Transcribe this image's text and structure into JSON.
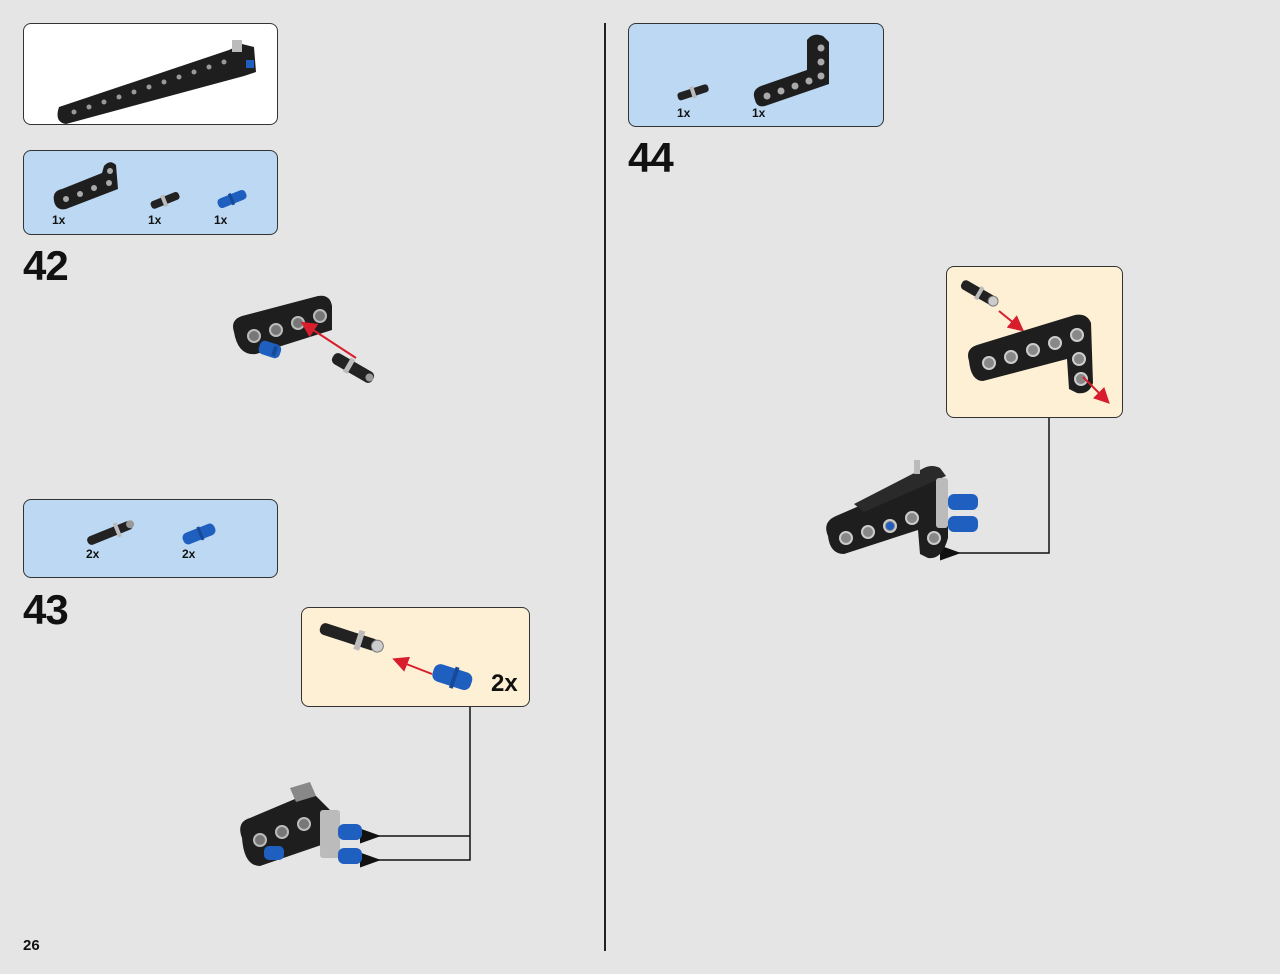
{
  "page": {
    "number": "26"
  },
  "left_column": {
    "result_preview": {
      "icon": "long-beam-assembly-icon"
    },
    "step_42": {
      "number": "42",
      "parts": [
        {
          "qty": "1x",
          "icon": "l-beam-3x2-icon"
        },
        {
          "qty": "1x",
          "icon": "black-axle-pin-icon"
        },
        {
          "qty": "1x",
          "icon": "blue-pin-icon"
        }
      ]
    },
    "step_43": {
      "number": "43",
      "parts": [
        {
          "qty": "2x",
          "icon": "black-axle-pin-icon"
        },
        {
          "qty": "2x",
          "icon": "blue-pin-icon"
        }
      ],
      "callout": {
        "qty": "2x"
      }
    }
  },
  "right_column": {
    "step_44": {
      "number": "44",
      "parts": [
        {
          "qty": "1x",
          "icon": "black-axle-pin-icon"
        },
        {
          "qty": "1x",
          "icon": "l-beam-5x3-icon"
        }
      ]
    }
  },
  "colors": {
    "background": "#e5e5e5",
    "parts_list_bg": "#bcd8f2",
    "callout_bg": "#fdf0d4",
    "arrow_red": "#d81e2c",
    "technic_blue": "#1f5fbf",
    "beam_black": "#1e1e1e"
  }
}
